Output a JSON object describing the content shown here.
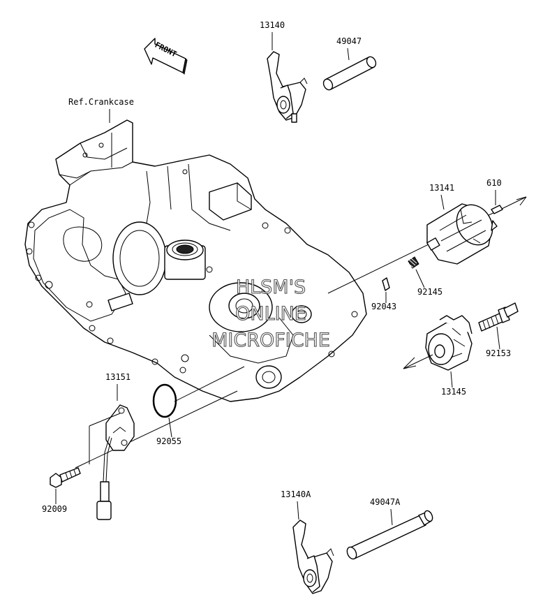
{
  "labels": {
    "front": "FRONT",
    "ref_crankcase": "Ref.Crankcase",
    "p13140": "13140",
    "p49047": "49047",
    "p13141": "13141",
    "p610": "610",
    "p92145": "92145",
    "p92043": "92043",
    "p92153": "92153",
    "p13145": "13145",
    "p13151": "13151",
    "p92055": "92055",
    "p92009": "92009",
    "p13140A": "13140A",
    "p49047A": "49047A"
  },
  "watermark": {
    "line1": "HLSM'S",
    "line2": "ONLINE",
    "line3": "MICROFICHE"
  }
}
